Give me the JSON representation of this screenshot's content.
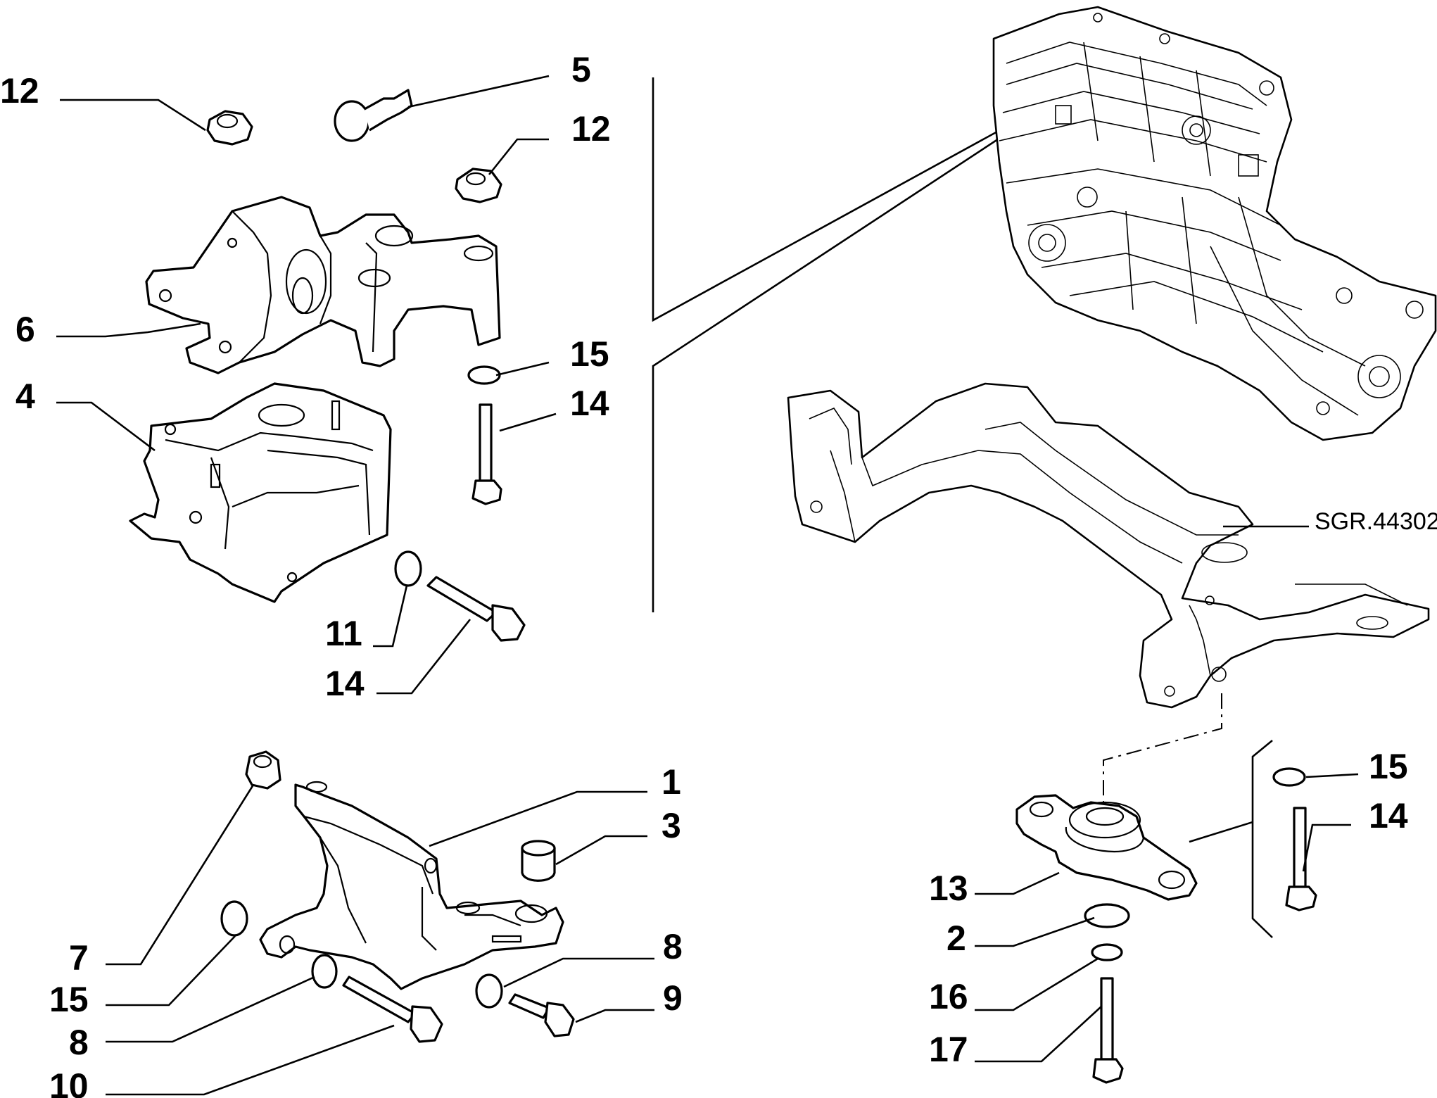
{
  "drawing_ref": "SGR.44302",
  "callouts": {
    "c12a": "12",
    "c5": "5",
    "c12b": "12",
    "c6": "6",
    "c15a": "15",
    "c4": "4",
    "c14a": "14",
    "c11": "11",
    "c14b": "14",
    "c1": "1",
    "c3": "3",
    "c7": "7",
    "c15b": "15",
    "c8a": "8",
    "c8b": "8",
    "c9": "9",
    "c10": "10",
    "c15c": "15",
    "c14c": "14",
    "c13": "13",
    "c2": "2",
    "c16": "16",
    "c17": "17"
  }
}
